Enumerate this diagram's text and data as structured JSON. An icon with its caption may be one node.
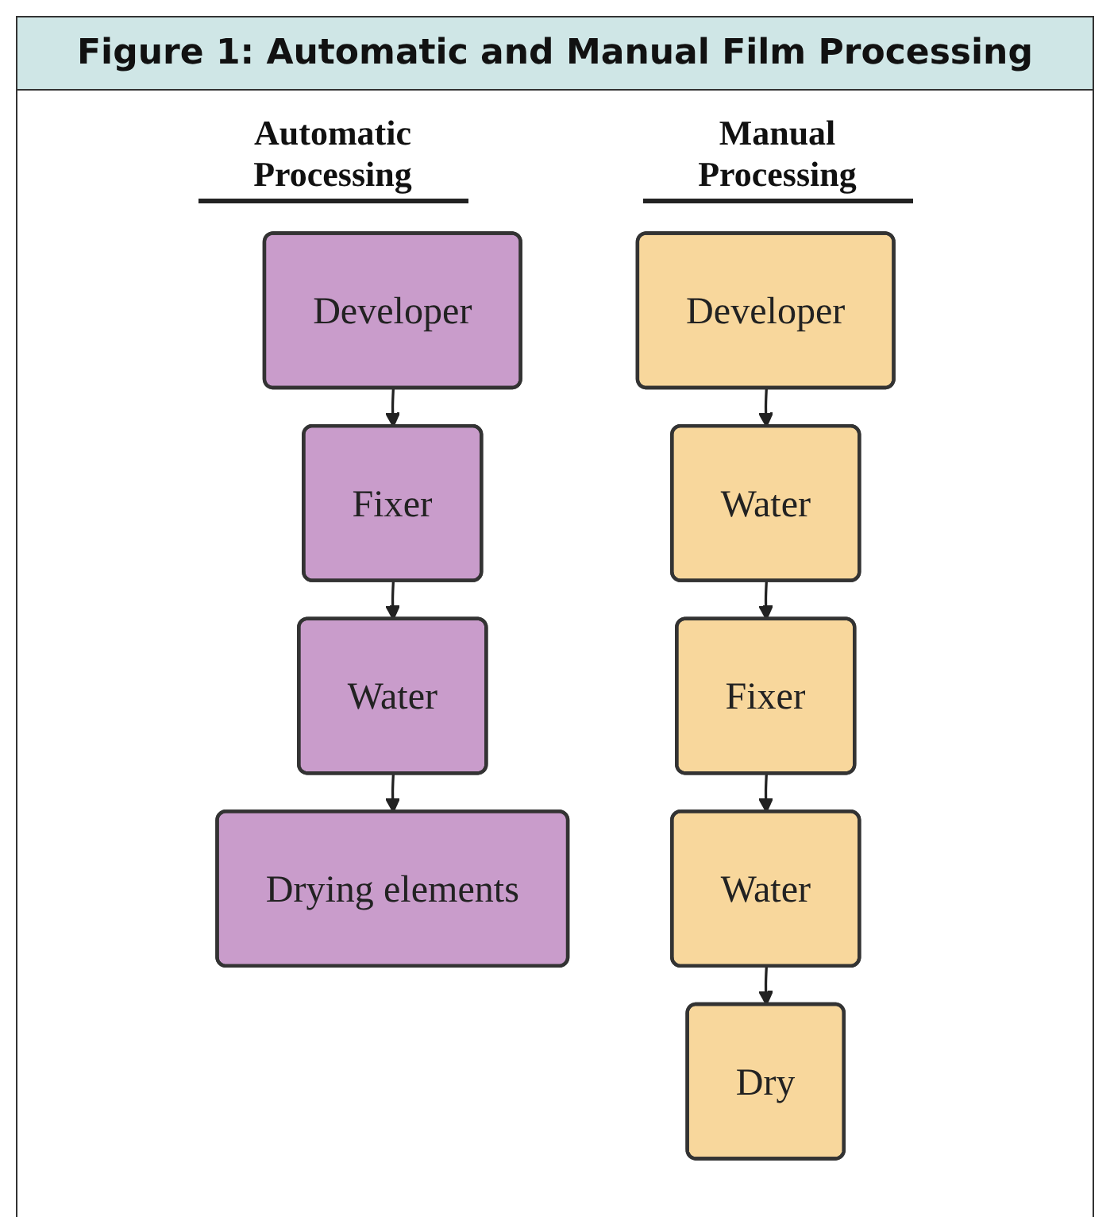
{
  "diagram": {
    "title": "Figure 1: Automatic and Manual Film Processing",
    "nodes": [
      {
        "text": [
          "Developer"
        ]
      },
      {
        "text": [
          "Fixer"
        ]
      },
      {
        "text": [
          "Water"
        ]
      },
      {
        "text": [
          "Drying elements"
        ]
      },
      {
        "text": [
          "Developer"
        ]
      },
      {
        "text": [
          "Water"
        ]
      },
      {
        "text": [
          "Fixer"
        ]
      },
      {
        "text": [
          "Water"
        ]
      },
      {
        "text": [
          "Dry"
        ]
      }
    ],
    "edges": [
      {
        "from": 0,
        "to": 1,
        "arrow": "to"
      },
      {
        "from": 1,
        "to": 2,
        "arrow": "to"
      },
      {
        "from": 2,
        "to": 3,
        "arrow": "to"
      },
      {
        "from": 4,
        "to": 5,
        "arrow": "to"
      },
      {
        "from": 5,
        "to": 6,
        "arrow": "to"
      },
      {
        "from": 6,
        "to": 7,
        "arrow": "to"
      },
      {
        "from": 7,
        "to": 8,
        "arrow": "to"
      }
    ],
    "labels": [
      "Automatic Processing",
      "Manual Processing"
    ]
  }
}
